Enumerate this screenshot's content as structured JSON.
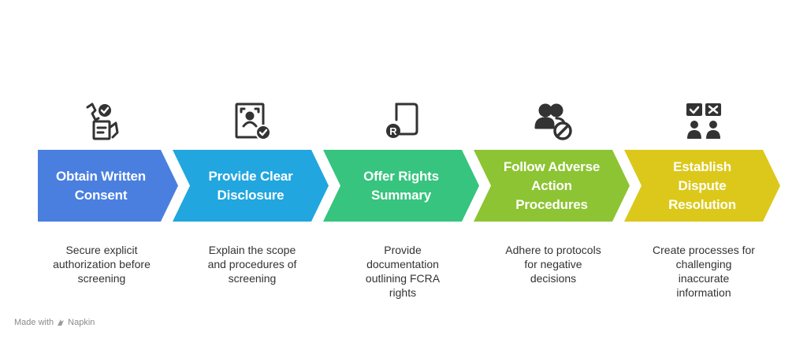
{
  "steps": [
    {
      "title": "Obtain Written\nConsent",
      "description": "Secure explicit\nauthorization before\nscreening",
      "color": "#4a7fe0",
      "icon": "hand-check-form-icon"
    },
    {
      "title": "Provide Clear\nDisclosure",
      "description": "Explain the scope\nand procedures of\nscreening",
      "color": "#21a6df",
      "icon": "person-document-check-icon"
    },
    {
      "title": "Offer Rights\nSummary",
      "description": "Provide\ndocumentation\noutlining FCRA\nrights",
      "color": "#36c47e",
      "icon": "registered-document-icon"
    },
    {
      "title": "Follow Adverse\nAction\nProcedures",
      "description": "Adhere to protocols\nfor negative\ndecisions",
      "color": "#8dc433",
      "icon": "users-blocked-icon"
    },
    {
      "title": "Establish\nDispute\nResolution",
      "description": "Create processes for\nchallenging\ninaccurate\ninformation",
      "color": "#dcc81a",
      "icon": "people-check-x-icon"
    }
  ],
  "footer": {
    "made_with": "Made with",
    "brand": "Napkin"
  }
}
